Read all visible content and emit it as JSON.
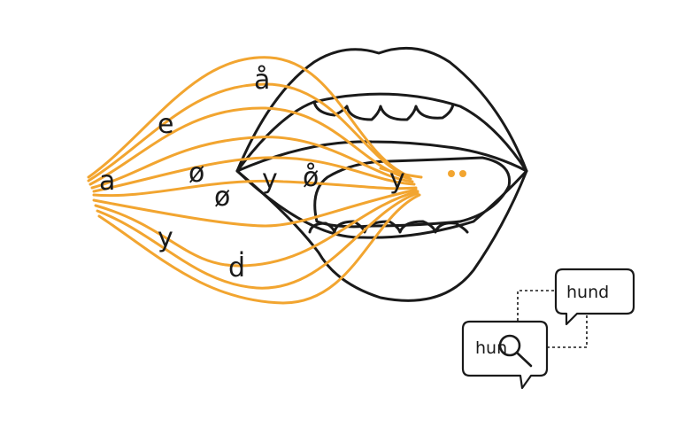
{
  "colors": {
    "accent": "#f2a530",
    "outline": "#1a1a1a",
    "background": "#ffffff"
  },
  "letters": {
    "a": "a",
    "e": "e",
    "a_ring": "å",
    "o_slash_1": "ø",
    "o_slash_2": "ø",
    "y_center": "y",
    "o_ring": "ø̊",
    "y_mouth": "y",
    "y_lower": "y",
    "d_dot": "ḋ"
  },
  "bubbles": {
    "search_text": "hun",
    "result_text": "hund"
  },
  "icons": {
    "search": "magnifier-icon"
  }
}
